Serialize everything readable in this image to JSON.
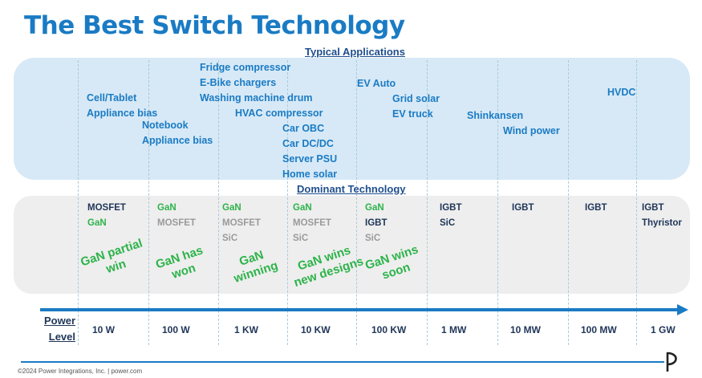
{
  "title": "The Best Switch Technology",
  "typical_applications_heading": "Typical Applications",
  "dominant_technology_heading": "Dominant Technology",
  "applications": {
    "cell_tablet": "Cell/Tablet",
    "appliance_bias_1": "Appliance bias",
    "notebook": "Notebook",
    "appliance_bias_2": "Appliance bias",
    "fridge_compressor": "Fridge compressor",
    "ebike_chargers": "E-Bike chargers",
    "washing_machine_drum": "Washing machine drum",
    "hvac_compressor": "HVAC compressor",
    "car_obc": "Car OBC",
    "car_dcdc": "Car DC/DC",
    "server_psu": "Server PSU",
    "home_solar": "Home solar",
    "ev_auto": "EV Auto",
    "grid_solar": "Grid solar",
    "ev_truck": "EV truck",
    "shinkansen": "Shinkansen",
    "wind_power": "Wind power",
    "hvdc": "HVDC"
  },
  "columns": [
    {
      "level": "10 W",
      "tech": [
        {
          "t": "MOSFET",
          "c": "navy"
        },
        {
          "t": "GaN",
          "c": "green"
        }
      ],
      "verdict": [
        "GaN partial",
        "win"
      ]
    },
    {
      "level": "100 W",
      "tech": [
        {
          "t": "GaN",
          "c": "green"
        },
        {
          "t": "MOSFET",
          "c": "gray"
        }
      ],
      "verdict": [
        "GaN has",
        "won"
      ]
    },
    {
      "level": "1 KW",
      "tech": [
        {
          "t": "GaN",
          "c": "green"
        },
        {
          "t": "MOSFET",
          "c": "gray"
        },
        {
          "t": "SiC",
          "c": "gray"
        }
      ],
      "verdict": [
        "GaN",
        "winning"
      ]
    },
    {
      "level": "10 KW",
      "tech": [
        {
          "t": "GaN",
          "c": "green"
        },
        {
          "t": "MOSFET",
          "c": "gray"
        },
        {
          "t": "SiC",
          "c": "gray"
        }
      ],
      "verdict": [
        "GaN wins",
        "new designs"
      ]
    },
    {
      "level": "100 KW",
      "tech": [
        {
          "t": "GaN",
          "c": "green"
        },
        {
          "t": "IGBT",
          "c": "navy"
        },
        {
          "t": "SiC",
          "c": "gray"
        }
      ],
      "verdict": [
        "GaN wins",
        "soon"
      ]
    },
    {
      "level": "1 MW",
      "tech": [
        {
          "t": "IGBT",
          "c": "navy"
        },
        {
          "t": "SiC",
          "c": "navy"
        }
      ]
    },
    {
      "level": "10 MW",
      "tech": [
        {
          "t": "IGBT",
          "c": "navy"
        }
      ]
    },
    {
      "level": "100 MW",
      "tech": [
        {
          "t": "IGBT",
          "c": "navy"
        }
      ]
    },
    {
      "level": "1 GW",
      "tech": [
        {
          "t": "IGBT",
          "c": "navy"
        },
        {
          "t": "Thyristor",
          "c": "navy"
        }
      ]
    }
  ],
  "axis": {
    "power_label": "Power",
    "level_label": "Level"
  },
  "footer": "©2024 Power Integrations, Inc.  |  power.com",
  "logo_icon": "power-integrations-logo-icon",
  "colors": {
    "accent_blue": "#1a7bc4",
    "green": "#2db34a",
    "navy": "#1f3558"
  }
}
